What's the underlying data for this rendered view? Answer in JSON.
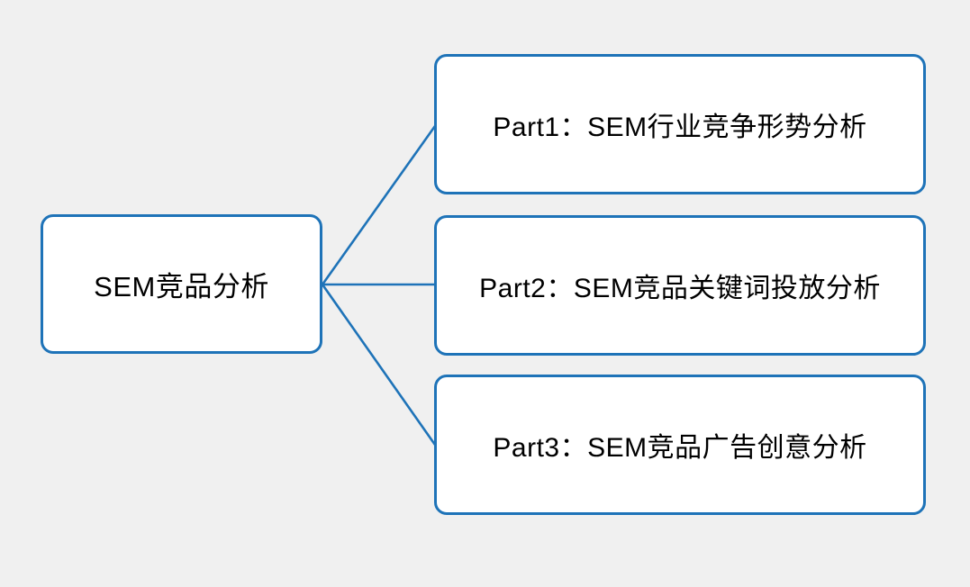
{
  "canvas": {
    "background_color": "#f0f0f0",
    "accent_color": "#1e73b8",
    "text_color": "#000000"
  },
  "diagram": {
    "type": "mindmap-branch",
    "root": {
      "label": "SEM竞品分析"
    },
    "children": [
      {
        "label": "Part1：SEM行业竞争形势分析"
      },
      {
        "label": "Part2：SEM竞品关键词投放分析"
      },
      {
        "label": "Part3：SEM竞品广告创意分析"
      }
    ]
  }
}
